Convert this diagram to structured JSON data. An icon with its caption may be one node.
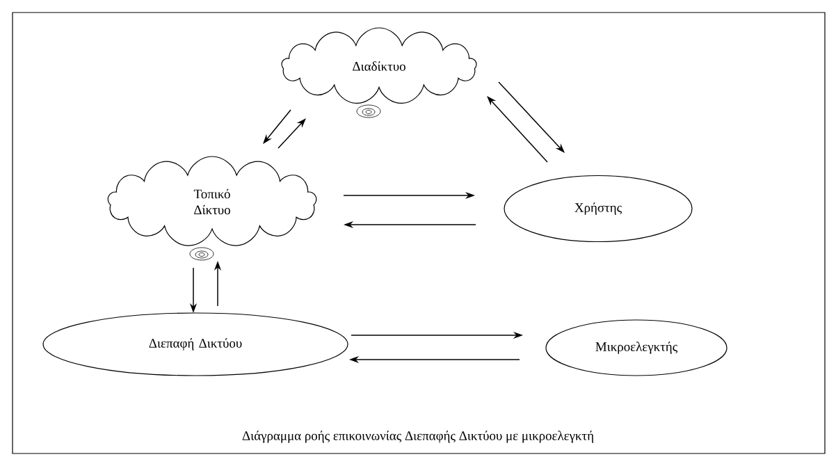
{
  "diagram": {
    "caption": "Διάγραμμα ροής επικοινωνίας Διεπαφής Δικτύου με μικροελεγκτή",
    "nodes": [
      {
        "text": [
          "Διαδίκτυο"
        ]
      },
      {
        "text": [
          "Τοπικό Δίκτυο"
        ]
      },
      {
        "text": [
          "Χρήστης"
        ]
      },
      {
        "text": [
          "Διεπαφή Δικτύου"
        ]
      },
      {
        "text": [
          "Μικροελεγκτής"
        ]
      }
    ],
    "edges": [
      {
        "from": 0,
        "to": 1,
        "arrow": "to"
      },
      {
        "from": 1,
        "to": 0,
        "arrow": "to"
      },
      {
        "from": 2,
        "to": 0,
        "arrow": "to"
      },
      {
        "from": 0,
        "to": 2,
        "arrow": "to"
      },
      {
        "from": 1,
        "to": 2,
        "arrow": "to"
      },
      {
        "from": 2,
        "to": 1,
        "arrow": "to"
      },
      {
        "from": 1,
        "to": 3,
        "arrow": "to"
      },
      {
        "from": 3,
        "to": 1,
        "arrow": "to"
      },
      {
        "from": 3,
        "to": 4,
        "arrow": "to"
      },
      {
        "from": 4,
        "to": 3,
        "arrow": "to"
      }
    ]
  }
}
